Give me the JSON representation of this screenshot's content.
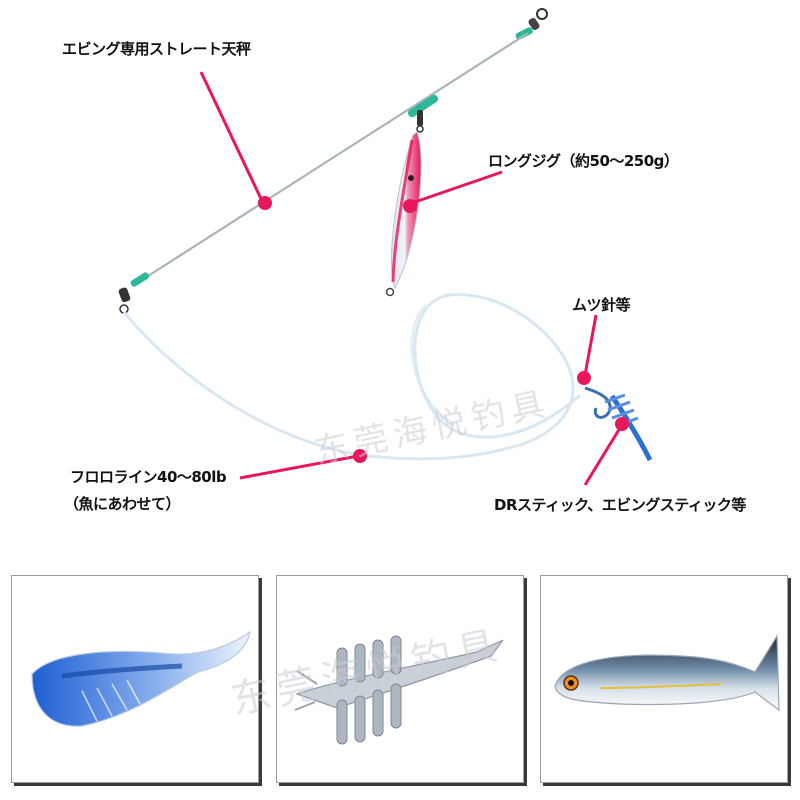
{
  "labels": {
    "sinker_rig": "エビング専用ストレート天秤",
    "long_jig": "ロングジグ（約50～250g）",
    "hook": "ムツ針等",
    "fluoro_line_1": "フロロライン40～80lb",
    "fluoro_line_2": "（魚にあわせて）",
    "stick_bait": "DRスティック、エビングスティック等"
  },
  "watermark": "东莞海悦钓具",
  "panels": [
    {
      "subject": "clear-blue-pintail-soft-bait"
    },
    {
      "subject": "shrimp-style-soft-bait"
    },
    {
      "subject": "paddle-tail-swimbait"
    }
  ],
  "colors": {
    "leader_pink": "#e8175d",
    "dot_pink": "#e8175d",
    "sleeve_green": "#2db89a",
    "line_gray": "#a9b3bb",
    "fluoro_line": "#d7e8f3"
  }
}
